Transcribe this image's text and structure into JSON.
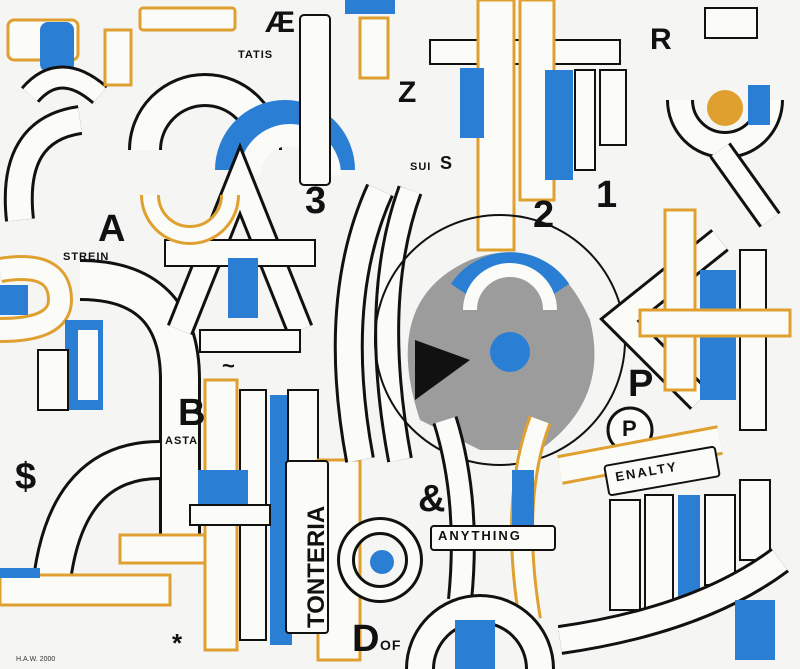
{
  "artwork": {
    "labels": {
      "ae": "Æ",
      "tatis": "TATIS",
      "z": "Z",
      "r": "R",
      "three": "3",
      "sui": "SUI",
      "s": "S",
      "two": "2",
      "one": "1",
      "a": "A",
      "strein": "STREIN",
      "b": "B",
      "asta": "ASTA",
      "dollar": "$",
      "tonteria": "TONTERIA",
      "ampersand": "&",
      "p": "P",
      "p_small": "P",
      "enalty": "ENALTY",
      "anything": "ANYTHING",
      "tilde": "~",
      "asterisk": "*",
      "d": "D",
      "of": "OF",
      "signature": "H.A.W. 2000"
    },
    "colors": {
      "background": "#f5f5f3",
      "blue": "#2a7fd4",
      "ochre": "#e0a030",
      "black": "#111111",
      "gray": "#9c9c9c",
      "cream": "#fbfbf8"
    }
  }
}
